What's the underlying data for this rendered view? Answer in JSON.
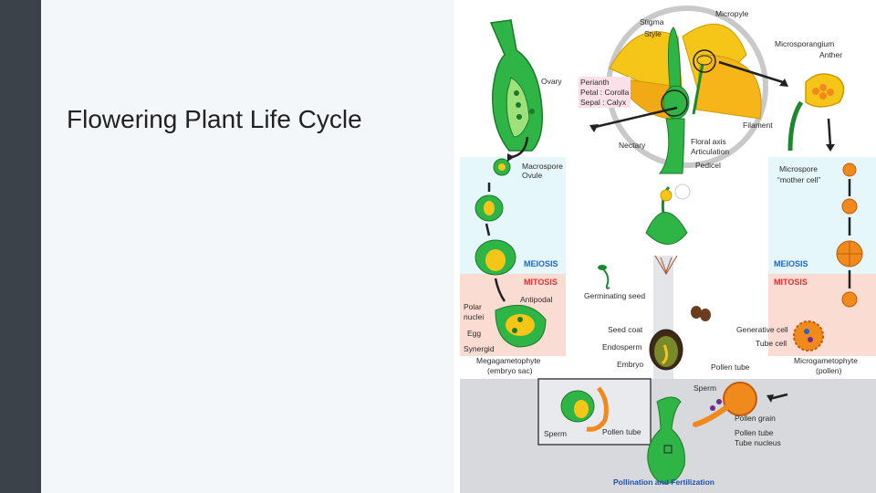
{
  "slide": {
    "title": "Flowering Plant Life Cycle"
  },
  "diagram": {
    "labels": {
      "stigma": "Stigma",
      "style": "Style",
      "micropyle": "Micropyle",
      "microsporangium": "Microsporangium",
      "anther": "Anther",
      "ovary": "Ovary",
      "perianth": "Perianth",
      "petal": "Petal : Corolla",
      "sepal": "Sepal : Calyx",
      "filament": "Filament",
      "nectary": "Nectary",
      "floral_axis": "Floral axis",
      "articulation": "Articulation",
      "pedicel": "Pedicel",
      "macrospore": "Macrospore",
      "ovule": "Ovule",
      "microspore": "Microspore",
      "mother_cell": "“mother cell”",
      "meiosis_left": "MEIOSIS",
      "meiosis_right": "MEIOSIS",
      "mitosis_left": "MITOSIS",
      "mitosis_right": "MITOSIS",
      "antipodal": "Antipodal",
      "polar": "Polar",
      "nuclei": "nuclei",
      "egg": "Egg",
      "synergid": "Synergid",
      "megagametophyte": "Megagametophyte",
      "embryo_sac": "(embryo sac)",
      "germinating_seed": "Germinating seed",
      "seed_coat": "Seed coat",
      "endosperm": "Endosperm",
      "embryo": "Embryo",
      "generative_cell": "Generative cell",
      "tube_cell": "Tube cell",
      "microgametophyte": "Microgametophyte",
      "pollen": "(pollen)",
      "pollen_tube_mid": "Pollen tube",
      "sperm_mid": "Sperm",
      "pollen_grain": "Pollen grain",
      "pollen_tube_right": "Pollen tube",
      "tube_nucleus": "Tube nucleus",
      "sperm_box": "Sperm",
      "pollen_tube_box": "Pollen tube",
      "footer": "Pollination and Fertilization"
    },
    "colors": {
      "green_dark": "#1a8a2e",
      "green": "#2fb545",
      "yellow": "#f5c518",
      "orange": "#f08a1c",
      "red_text": "#e03030",
      "blue_text": "#1e66c9",
      "meiosis_band": "#e6f7fb",
      "mitosis_band": "#fbdcd3",
      "bottom_band": "#d7d9dc",
      "sidebar": "#3b4249"
    }
  }
}
